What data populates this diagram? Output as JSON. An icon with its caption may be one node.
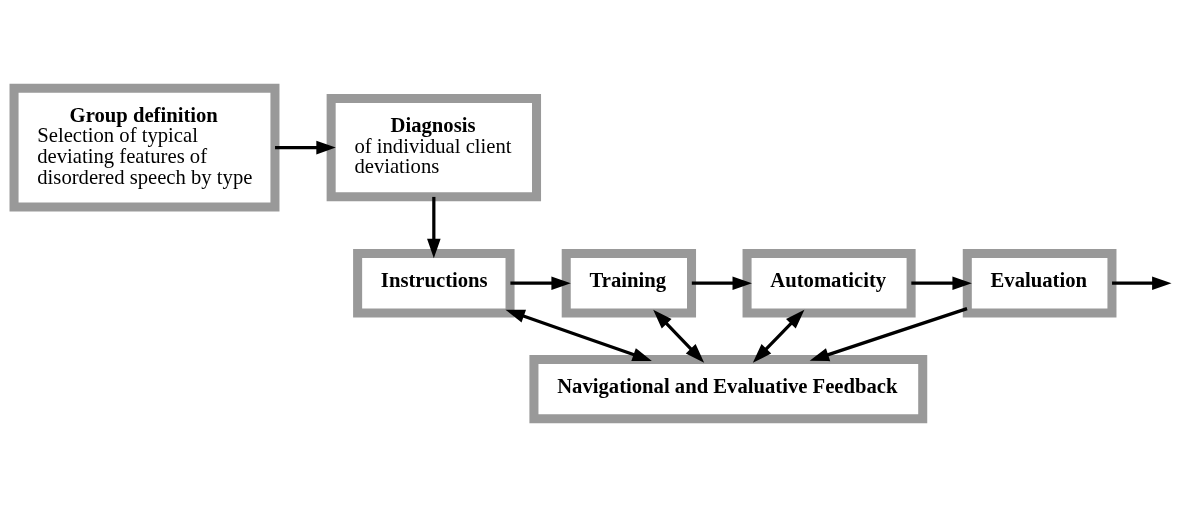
{
  "diagram": {
    "nodes": [
      {
        "text": [
          "Diagnosis",
          "of individual client deviations"
        ]
      },
      {
        "text": [
          "Group definition",
          "Selection of typical deviating features of disordered speech by type"
        ]
      },
      {
        "text": [
          "Instructions"
        ]
      },
      {
        "text": [
          "Training"
        ]
      },
      {
        "text": [
          "Automaticity"
        ]
      },
      {
        "text": [
          "Evaluation"
        ]
      },
      {
        "text": [
          "Navigational and Evaluative Feedback"
        ]
      }
    ],
    "edges": [
      {
        "from": 1,
        "to": 0,
        "arrow": "to"
      },
      {
        "from": 0,
        "to": 2,
        "arrow": "to"
      },
      {
        "from": 2,
        "to": 3,
        "arrow": "to"
      },
      {
        "from": 3,
        "to": 4,
        "arrow": "to"
      },
      {
        "from": 4,
        "to": 5,
        "arrow": "to"
      },
      {
        "from": 5,
        "to": null,
        "arrow": "to"
      },
      {
        "from": 2,
        "to": 6,
        "arrow": "both"
      },
      {
        "from": 3,
        "to": 6,
        "arrow": "both"
      },
      {
        "from": 4,
        "to": 6,
        "arrow": "both"
      },
      {
        "from": 5,
        "to": 6,
        "arrow": "to"
      }
    ]
  }
}
